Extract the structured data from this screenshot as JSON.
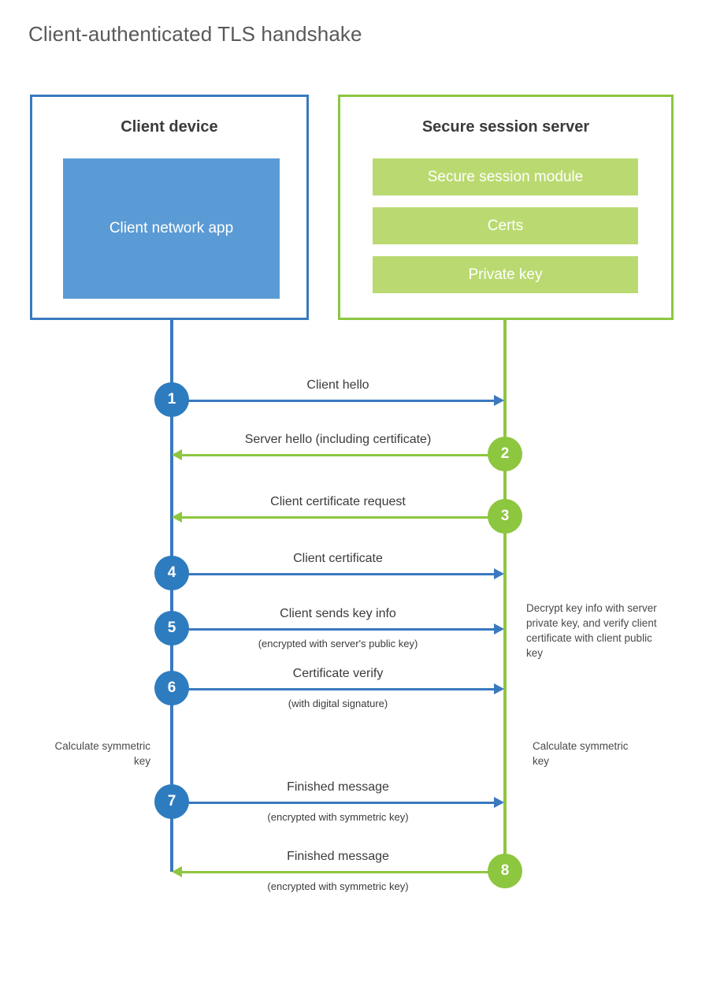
{
  "title": "Client-authenticated TLS handshake",
  "colors": {
    "client_border": "#3a79bf",
    "client_fill": "#5b9bd5",
    "server_border": "#8dc63f",
    "server_fill": "#bada71",
    "badge_blue": "#2e7cc0",
    "badge_green": "#8dc63f",
    "title_text": "#59595b"
  },
  "client": {
    "title": "Client device",
    "app_label": "Client network app"
  },
  "server": {
    "title": "Secure session server",
    "items": [
      {
        "label": "Secure session module"
      },
      {
        "label": "Certs"
      },
      {
        "label": "Private key"
      }
    ]
  },
  "steps": [
    {
      "number": "1",
      "label": "Client hello",
      "sublabel": "",
      "direction": "client-to-server",
      "color": "blue"
    },
    {
      "number": "2",
      "label": "Server hello (including certificate)",
      "sublabel": "",
      "direction": "server-to-client",
      "color": "green"
    },
    {
      "number": "3",
      "label": "Client certificate request",
      "sublabel": "",
      "direction": "server-to-client",
      "color": "green"
    },
    {
      "number": "4",
      "label": "Client certificate",
      "sublabel": "",
      "direction": "client-to-server",
      "color": "blue"
    },
    {
      "number": "5",
      "label": "Client sends key info",
      "sublabel": "(encrypted with server's public key)",
      "direction": "client-to-server",
      "color": "blue"
    },
    {
      "number": "6",
      "label": "Certificate verify",
      "sublabel": "(with digital signature)",
      "direction": "client-to-server",
      "color": "blue"
    },
    {
      "number": "7",
      "label": "Finished message",
      "sublabel": "(encrypted with symmetric key)",
      "direction": "client-to-server",
      "color": "blue"
    },
    {
      "number": "8",
      "label": "Finished message",
      "sublabel": "(encrypted with symmetric key)",
      "direction": "server-to-client",
      "color": "green"
    }
  ],
  "annotations": {
    "server_decrypt_note": "Decrypt key info with server private key, and verify client certificate with client public key",
    "client_calculate_note": "Calculate symmetric key",
    "server_calculate_note": "Calculate symmetric key"
  }
}
